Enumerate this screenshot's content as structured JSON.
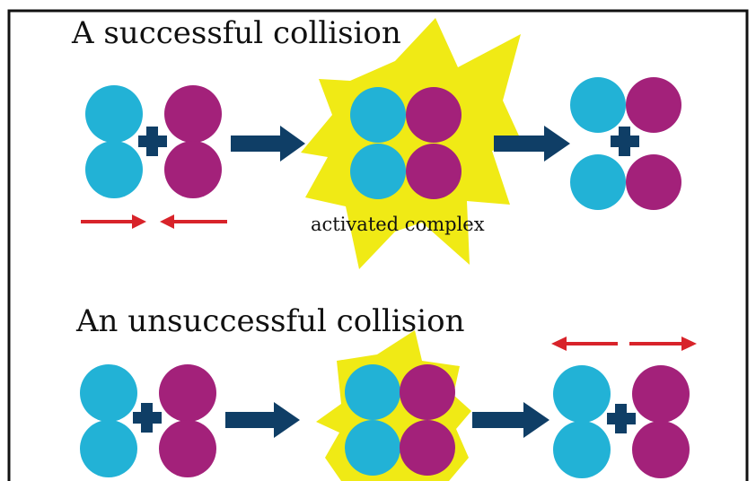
{
  "colors": {
    "background": "#ffffff",
    "frame": "#111111",
    "atom_a": "#22b2d6",
    "atom_b": "#a3217a",
    "plus": "#0f3e66",
    "reaction_arrow": "#0f3e66",
    "motion_arrow": "#d8232a",
    "burst": "#f0ea15"
  },
  "successful": {
    "title": "A successful collision",
    "caption": "activated complex"
  },
  "unsuccessful": {
    "title": "An unsuccessful collision"
  },
  "icons": {
    "plus": "plus-sign",
    "reaction_arrow": "right-arrow",
    "motion_arrow": "thin-arrow",
    "burst": "starburst"
  }
}
